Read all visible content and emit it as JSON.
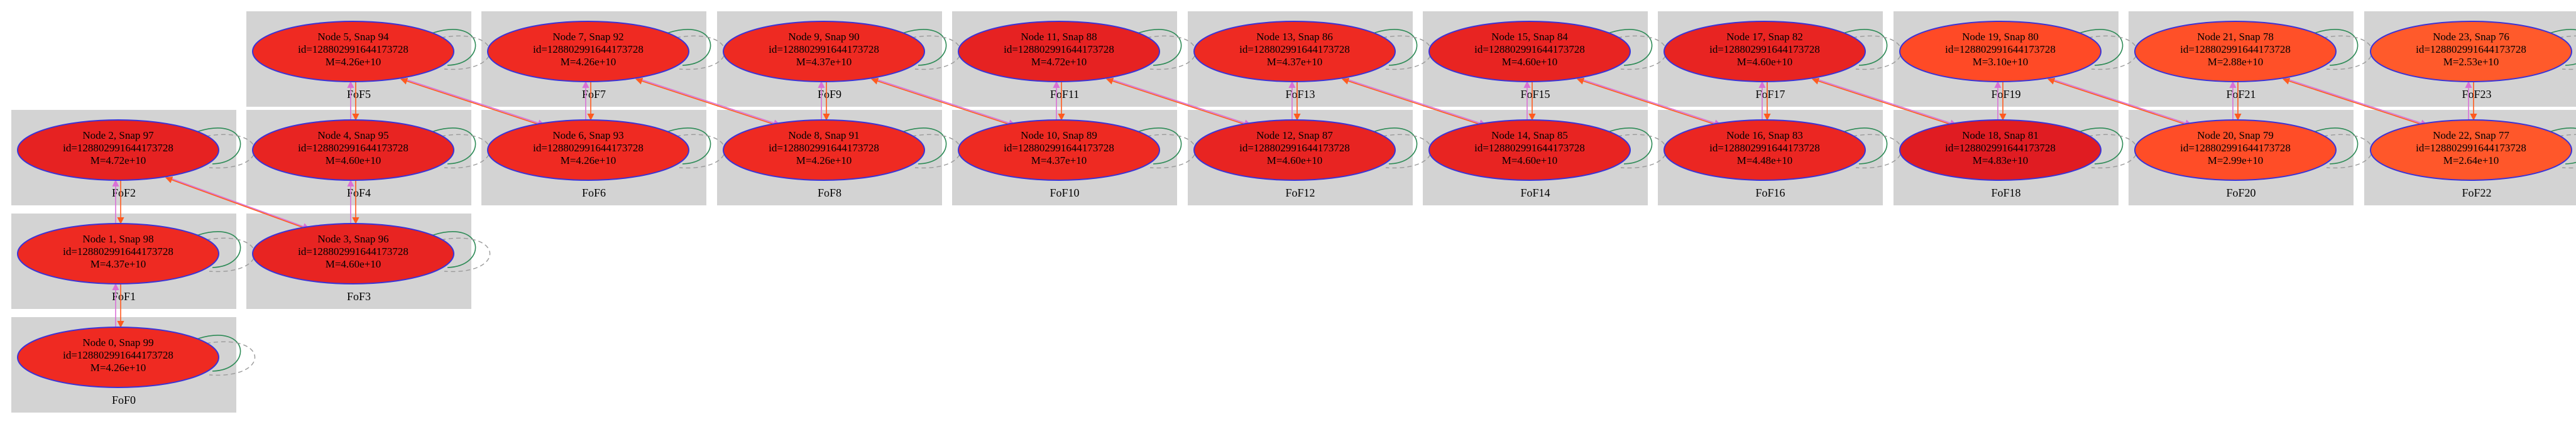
{
  "graph_colors": {
    "cluster_background": "#d3d3d3",
    "node_outline": "#3b33d6",
    "edge_progenitor": "#ff5a1f",
    "edge_descendant": "#da70d6",
    "self_loop_solid": "#2e8b57",
    "self_loop_dashed": "#9a9a9a"
  },
  "clusters": [
    {
      "label": "FoF0",
      "nodes": [
        {
          "line1": "Node 0, Snap 99",
          "line2": "id=128802991644173728",
          "line3": "M=4.26e+10",
          "fill": "#ef2a22"
        }
      ]
    },
    {
      "label": "FoF1",
      "nodes": [
        {
          "line1": "Node 1, Snap 98",
          "line2": "id=128802991644173728",
          "line3": "M=4.37e+10",
          "fill": "#ee2a22"
        }
      ]
    },
    {
      "label": "FoF2",
      "nodes": [
        {
          "line1": "Node 2, Snap 97",
          "line2": "id=128802991644173728",
          "line3": "M=4.72e+10",
          "fill": "#e62222"
        }
      ]
    },
    {
      "label": "FoF3",
      "nodes": [
        {
          "line1": "Node 3, Snap 96",
          "line2": "id=128802991644173728",
          "line3": "M=4.60e+10",
          "fill": "#e82422"
        }
      ]
    },
    {
      "label": "FoF4",
      "nodes": [
        {
          "line1": "Node 4, Snap 95",
          "line2": "id=128802991644173728",
          "line3": "M=4.60e+10",
          "fill": "#e82422"
        }
      ]
    },
    {
      "label": "FoF5",
      "nodes": [
        {
          "line1": "Node 5, Snap 94",
          "line2": "id=128802991644173728",
          "line3": "M=4.26e+10",
          "fill": "#ef2a22"
        }
      ]
    },
    {
      "label": "FoF6",
      "nodes": [
        {
          "line1": "Node 6, Snap 93",
          "line2": "id=128802991644173728",
          "line3": "M=4.26e+10",
          "fill": "#ef2a22"
        }
      ]
    },
    {
      "label": "FoF7",
      "nodes": [
        {
          "line1": "Node 7, Snap 92",
          "line2": "id=128802991644173728",
          "line3": "M=4.26e+10",
          "fill": "#ef2a22"
        }
      ]
    },
    {
      "label": "FoF8",
      "nodes": [
        {
          "line1": "Node 8, Snap 91",
          "line2": "id=128802991644173728",
          "line3": "M=4.26e+10",
          "fill": "#ef2a22"
        }
      ]
    },
    {
      "label": "FoF9",
      "nodes": [
        {
          "line1": "Node 9, Snap 90",
          "line2": "id=128802991644173728",
          "line3": "M=4.37e+10",
          "fill": "#ee2a22"
        }
      ]
    },
    {
      "label": "FoF10",
      "nodes": [
        {
          "line1": "Node 10, Snap 89",
          "line2": "id=128802991644173728",
          "line3": "M=4.37e+10",
          "fill": "#ee2a22"
        }
      ]
    },
    {
      "label": "FoF11",
      "nodes": [
        {
          "line1": "Node 11, Snap 88",
          "line2": "id=128802991644173728",
          "line3": "M=4.72e+10",
          "fill": "#e62222"
        }
      ]
    },
    {
      "label": "FoF12",
      "nodes": [
        {
          "line1": "Node 12, Snap 87",
          "line2": "id=128802991644173728",
          "line3": "M=4.60e+10",
          "fill": "#e82422"
        }
      ]
    },
    {
      "label": "FoF13",
      "nodes": [
        {
          "line1": "Node 13, Snap 86",
          "line2": "id=128802991644173728",
          "line3": "M=4.37e+10",
          "fill": "#ee2a22"
        }
      ]
    },
    {
      "label": "FoF14",
      "nodes": [
        {
          "line1": "Node 14, Snap 85",
          "line2": "id=128802991644173728",
          "line3": "M=4.60e+10",
          "fill": "#e82422"
        }
      ]
    },
    {
      "label": "FoF15",
      "nodes": [
        {
          "line1": "Node 15, Snap 84",
          "line2": "id=128802991644173728",
          "line3": "M=4.60e+10",
          "fill": "#e82422"
        }
      ]
    },
    {
      "label": "FoF16",
      "nodes": [
        {
          "line1": "Node 16, Snap 83",
          "line2": "id=128802991644173728",
          "line3": "M=4.48e+10",
          "fill": "#eb2622"
        }
      ]
    },
    {
      "label": "FoF17",
      "nodes": [
        {
          "line1": "Node 17, Snap 82",
          "line2": "id=128802991644173728",
          "line3": "M=4.60e+10",
          "fill": "#e82422"
        }
      ]
    },
    {
      "label": "FoF18",
      "nodes": [
        {
          "line1": "Node 18, Snap 81",
          "line2": "id=128802991644173728",
          "line3": "M=4.83e+10",
          "fill": "#e01c22"
        }
      ]
    },
    {
      "label": "FoF19",
      "nodes": [
        {
          "line1": "Node 19, Snap 80",
          "line2": "id=128802991644173728",
          "line3": "M=3.10e+10",
          "fill": "#ff4a26"
        }
      ]
    },
    {
      "label": "FoF20",
      "nodes": [
        {
          "line1": "Node 20, Snap 79",
          "line2": "id=128802991644173728",
          "line3": "M=2.99e+10",
          "fill": "#ff4d27"
        }
      ]
    },
    {
      "label": "FoF21",
      "nodes": [
        {
          "line1": "Node 21, Snap 78",
          "line2": "id=128802991644173728",
          "line3": "M=2.88e+10",
          "fill": "#ff5028"
        }
      ]
    },
    {
      "label": "FoF22",
      "nodes": [
        {
          "line1": "Node 22, Snap 77",
          "line2": "id=128802991644173728",
          "line3": "M=2.64e+10",
          "fill": "#ff572a"
        }
      ]
    },
    {
      "label": "FoF23",
      "nodes": [
        {
          "line1": "Node 23, Snap 76",
          "line2": "id=128802991644173728",
          "line3": "M=2.53e+10",
          "fill": "#ff5a2b"
        }
      ]
    }
  ],
  "edges": [
    [
      0,
      1
    ],
    [
      1,
      2
    ],
    [
      2,
      3
    ],
    [
      3,
      4
    ],
    [
      4,
      5
    ],
    [
      5,
      6
    ],
    [
      6,
      7
    ],
    [
      7,
      8
    ],
    [
      8,
      9
    ],
    [
      9,
      10
    ],
    [
      10,
      11
    ],
    [
      11,
      12
    ],
    [
      12,
      13
    ],
    [
      13,
      14
    ],
    [
      14,
      15
    ],
    [
      15,
      16
    ],
    [
      16,
      17
    ],
    [
      17,
      18
    ],
    [
      18,
      19
    ],
    [
      19,
      20
    ],
    [
      20,
      21
    ],
    [
      21,
      22
    ],
    [
      22,
      23
    ]
  ]
}
